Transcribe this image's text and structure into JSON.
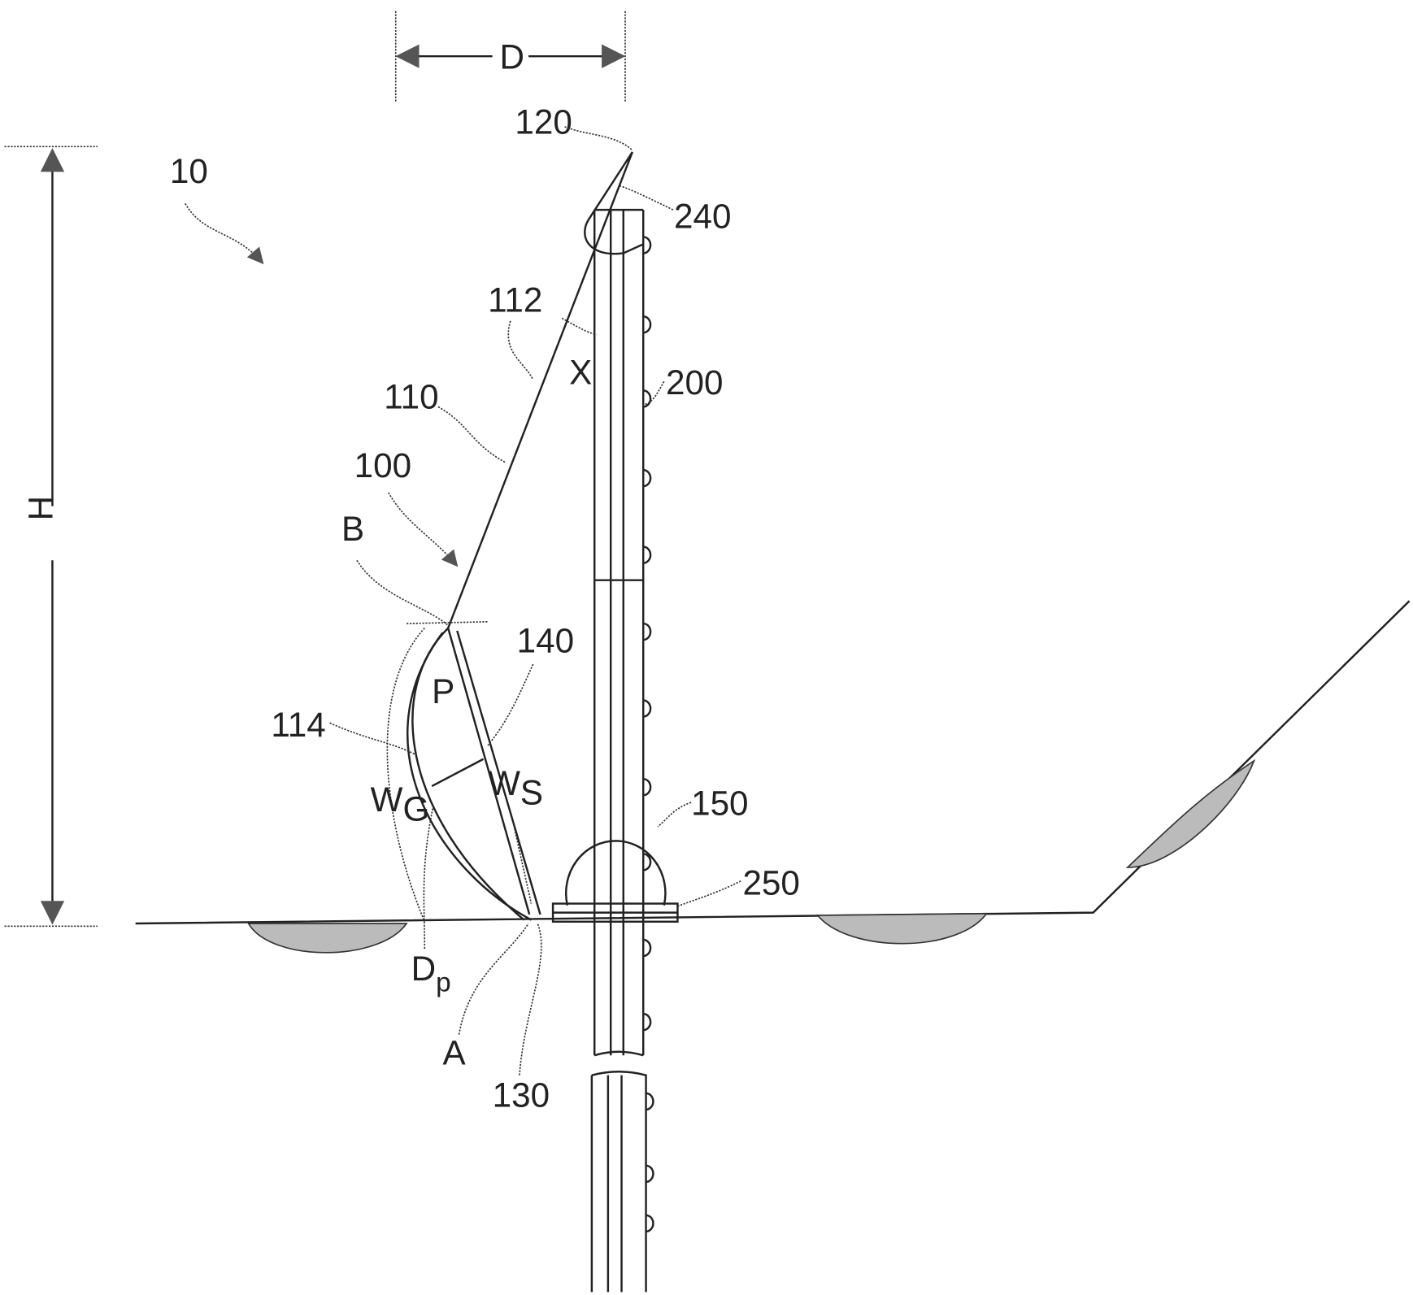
{
  "figure": {
    "labels": {
      "dimension_d": "D",
      "dimension_h": "H",
      "ref_10": "10",
      "ref_100": "100",
      "ref_110": "110",
      "ref_112": "112",
      "ref_114": "114",
      "ref_120": "120",
      "ref_130": "130",
      "ref_140": "140",
      "ref_150": "150",
      "ref_200": "200",
      "ref_240": "240",
      "ref_250": "250",
      "angle_x": "X",
      "point_b": "B",
      "point_a": "A",
      "region_p": "P",
      "w_g": "W",
      "w_g_sub": "G",
      "w_s": "W",
      "w_s_sub": "S",
      "d_p": "D",
      "d_p_sub": "p"
    }
  }
}
